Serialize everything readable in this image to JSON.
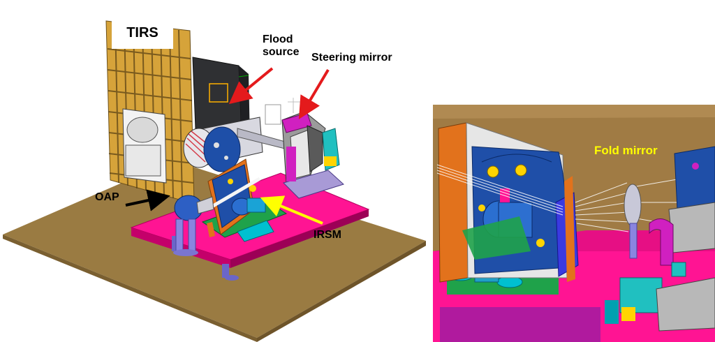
{
  "labels": {
    "tirs": "TIRS",
    "flood_line1": "Flood",
    "flood_line2": "source",
    "steering_mirror": "Steering mirror",
    "oap": "OAP",
    "irsm": "IRSM",
    "fold_mirror": "Fold mirror"
  },
  "colors": {
    "table": "#9a7b42",
    "bench": "#ff1493",
    "frame": "#d6a33a",
    "fold_label": "#ffff00",
    "red_arrow": "#e41a1c",
    "yellow_arrow": "#ffff00",
    "black_arrow": "#000000"
  }
}
